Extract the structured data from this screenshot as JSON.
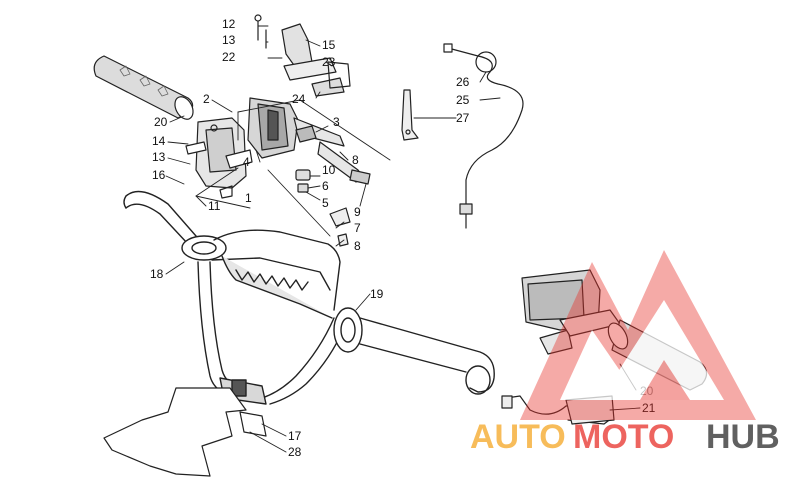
{
  "diagram": {
    "callouts": [
      {
        "id": "c12a",
        "text": "12"
      },
      {
        "id": "c13a",
        "text": "13"
      },
      {
        "id": "c22",
        "text": "22"
      },
      {
        "id": "c15",
        "text": "15"
      },
      {
        "id": "c23",
        "text": "23"
      },
      {
        "id": "c24",
        "text": "24"
      },
      {
        "id": "c2",
        "text": "2"
      },
      {
        "id": "c20a",
        "text": "20"
      },
      {
        "id": "c14",
        "text": "14"
      },
      {
        "id": "c13b",
        "text": "13"
      },
      {
        "id": "c16",
        "text": "16"
      },
      {
        "id": "c11",
        "text": "11"
      },
      {
        "id": "c4",
        "text": "4"
      },
      {
        "id": "c1",
        "text": "1"
      },
      {
        "id": "c3",
        "text": "3"
      },
      {
        "id": "c8a",
        "text": "8"
      },
      {
        "id": "c10",
        "text": "10"
      },
      {
        "id": "c6",
        "text": "6"
      },
      {
        "id": "c5",
        "text": "5"
      },
      {
        "id": "c9",
        "text": "9"
      },
      {
        "id": "c7",
        "text": "7"
      },
      {
        "id": "c8b",
        "text": "8"
      },
      {
        "id": "c26",
        "text": "26"
      },
      {
        "id": "c25",
        "text": "25"
      },
      {
        "id": "c27",
        "text": "27"
      },
      {
        "id": "c18",
        "text": "18"
      },
      {
        "id": "c19",
        "text": "19"
      },
      {
        "id": "c17",
        "text": "17"
      },
      {
        "id": "c28",
        "text": "28"
      },
      {
        "id": "c20b",
        "text": "20"
      },
      {
        "id": "c21",
        "text": "21"
      }
    ]
  },
  "watermark": {
    "part1": "AUTO",
    "part2": "MOTO",
    "part3": "HUB",
    "color_red": "#e8312a",
    "color_orange": "#f5a623",
    "color_dark": "#2b2b2b"
  }
}
